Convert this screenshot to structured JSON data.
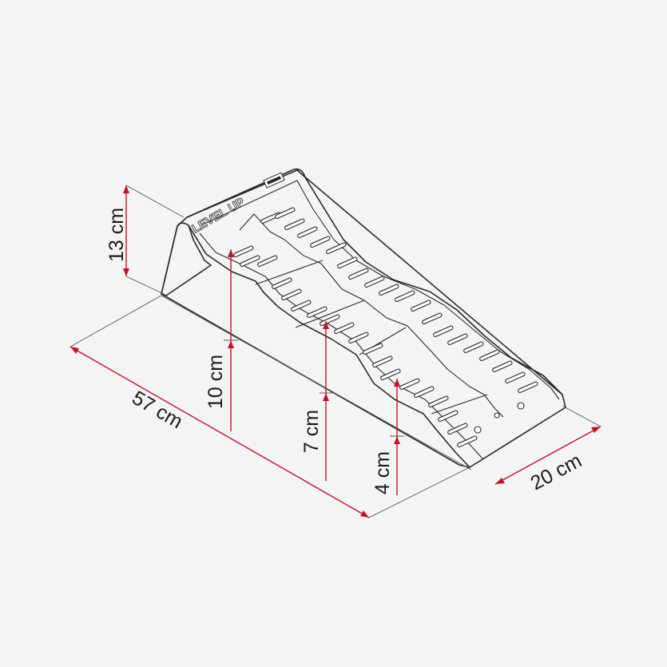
{
  "colors": {
    "background": "#f4f4f4",
    "dimension_line": "#c0142a",
    "outline": "#2a2a2a"
  },
  "product_marking": "LEVEL UP",
  "dimensions": {
    "height_max": "13 cm",
    "length": "57 cm",
    "width": "20 cm",
    "step_high": "10 cm",
    "step_mid": "7 cm",
    "step_low": "4 cm"
  }
}
